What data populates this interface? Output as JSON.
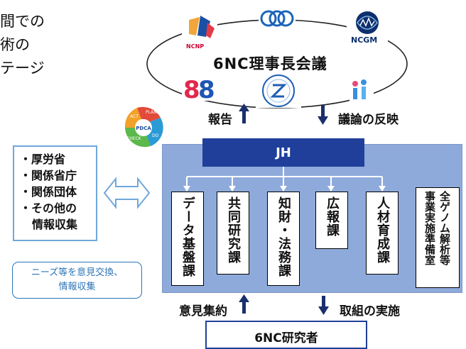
{
  "intro": {
    "lines": [
      "間での",
      "術の",
      "テージ"
    ]
  },
  "council": {
    "title": "6NC理事長会議",
    "logos": [
      {
        "name": "ncnp-logo",
        "label": "NCNP"
      },
      {
        "name": "ncc-logo",
        "label": ""
      },
      {
        "name": "ncgm-logo",
        "label": "NCGM"
      },
      {
        "name": "ncvc-logo",
        "label": ""
      },
      {
        "name": "ncchd-logo",
        "label": ""
      },
      {
        "name": "ncgg-logo",
        "label": ""
      }
    ]
  },
  "arrows": {
    "report": "報告",
    "feedback": "議論の反映",
    "opinion": "意見集約",
    "implementation": "取組の実施"
  },
  "pdca": {
    "center": "PDCA",
    "act": "ACT",
    "plan": "PLAN",
    "do": "DO",
    "check": "CHECK"
  },
  "jh": {
    "label": "JH"
  },
  "departments": [
    "データ基盤課",
    "共同研究課",
    "知財・法務課",
    "広報課",
    "人材育成課"
  ],
  "genome_office": [
    "全ゲノム解析等",
    "事業実施準備室"
  ],
  "info_sources": {
    "items": [
      "・厚労省",
      "・関係省庁",
      "・関係団体",
      "・その他の",
      "情報収集"
    ]
  },
  "note": {
    "lines": [
      "ニーズ等を意見交換、",
      "情報収集"
    ]
  },
  "researchers": {
    "label": "6NC研究者"
  },
  "colors": {
    "jh_dark": "#1f3f9a",
    "panel": "#8eaadb",
    "accent_blue": "#2e75b6"
  }
}
